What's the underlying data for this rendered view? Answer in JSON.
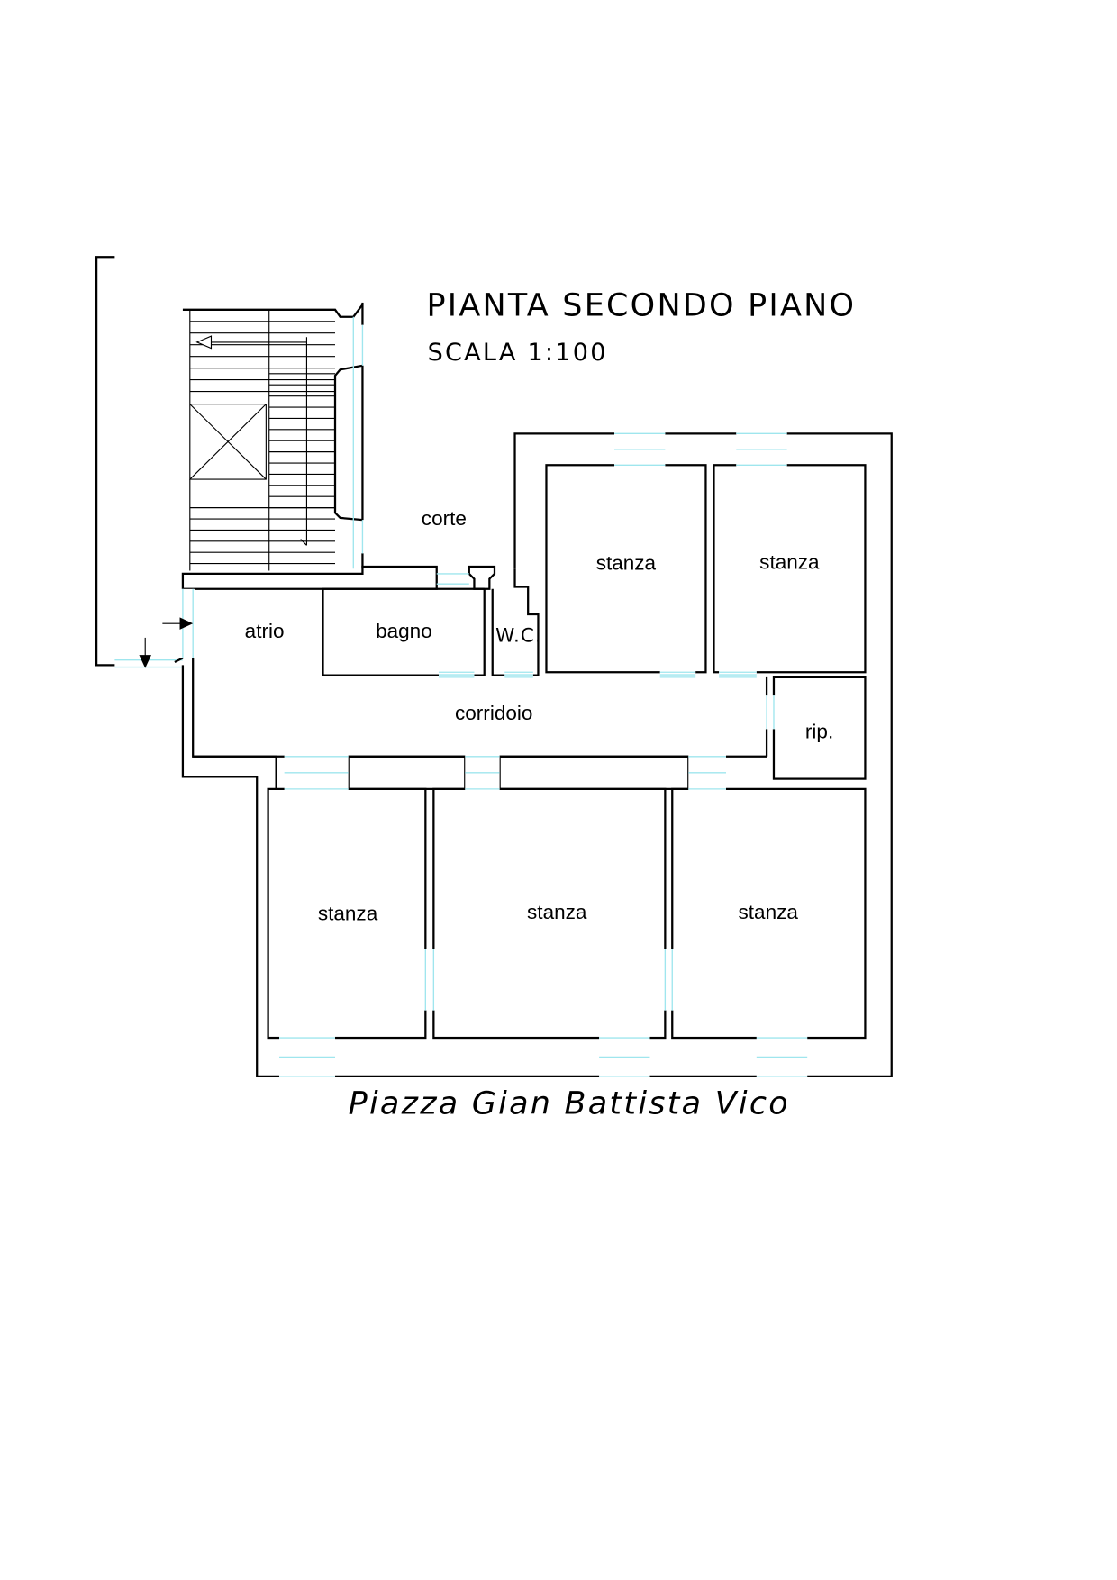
{
  "title": "PIANTA SECONDO PIANO",
  "scale": "SCALA 1:100",
  "street": "Piazza Gian Battista Vico",
  "rooms": {
    "corte": "corte",
    "atrio": "atrio",
    "bagno": "bagno",
    "wc": "W.C.",
    "stanza_top_left": "stanza",
    "stanza_top_right": "stanza",
    "corridoio": "corridoio",
    "rip": "rip.",
    "stanza_bottom_left": "stanza",
    "stanza_bottom_center": "stanza",
    "stanza_bottom_right": "stanza"
  },
  "colors": {
    "wall": "#000000",
    "opening": "#9fe6ee"
  }
}
